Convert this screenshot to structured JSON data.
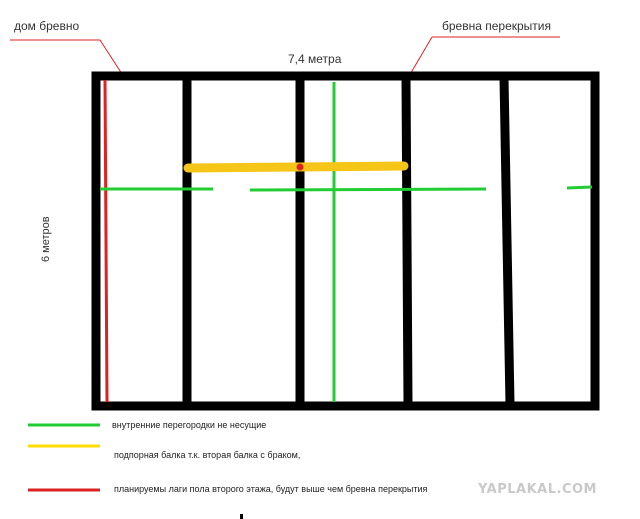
{
  "labels": {
    "house": "дом бревно",
    "beams": "бревна перекрытия",
    "width": "7,4 метра",
    "height": "6 метров"
  },
  "legend": [
    {
      "color": "#22cc33",
      "text": "внутренние перегородки    не несущие"
    },
    {
      "color": "#ffdd00",
      "text": "подпорная балка т.к. вторая балка с браком,"
    },
    {
      "color": "#dd2222",
      "text": "планируемы лаги пола второго этажа, будут выше чем бревна перекрытия"
    }
  ],
  "watermark": "YAPLAKAL.COM",
  "colors": {
    "wall": "#000000",
    "partition": "#22cc33",
    "support_beam": "#f5c518",
    "joist": "#dd2222",
    "leader_line": "#dd2222"
  }
}
